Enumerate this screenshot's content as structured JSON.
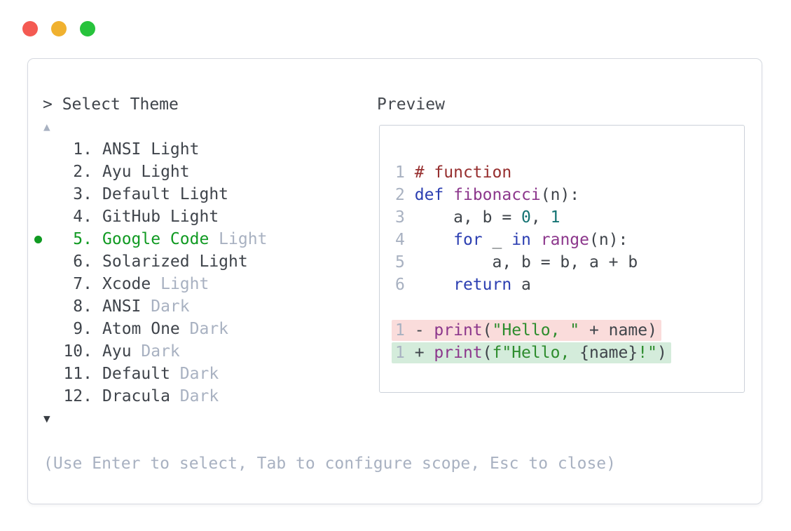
{
  "colors": {
    "accent_green": "#109a22",
    "text": "#3f444b",
    "muted": "#a8b1c1",
    "panel_border": "#d5d9e0",
    "box_border": "#ccd1d9",
    "comment": "#962e2e",
    "keyword": "#2b3eb1",
    "function_name": "#8c378c",
    "literal": "#147373",
    "string": "#2d8c2d",
    "diff_removed_bg": "#fadcdb",
    "diff_added_bg": "#d4ecdb",
    "traffic_red": "#f45a52",
    "traffic_yellow": "#f0b12f",
    "traffic_green": "#27c33c"
  },
  "picker": {
    "prompt_symbol": "> ",
    "title": "Select Theme",
    "up_arrow": "▲",
    "down_arrow": "▼",
    "hint": "(Use Enter to select, Tab to configure scope, Esc to close)",
    "items": [
      {
        "num": "1.",
        "name": "ANSI Light",
        "tag": "",
        "selected": false
      },
      {
        "num": "2.",
        "name": "Ayu Light",
        "tag": "",
        "selected": false
      },
      {
        "num": "3.",
        "name": "Default Light",
        "tag": "",
        "selected": false
      },
      {
        "num": "4.",
        "name": "GitHub Light",
        "tag": "",
        "selected": false
      },
      {
        "num": "5.",
        "name": "Google Code",
        "tag": "Light",
        "selected": true
      },
      {
        "num": "6.",
        "name": "Solarized Light",
        "tag": "",
        "selected": false
      },
      {
        "num": "7.",
        "name": "Xcode",
        "tag": "Light",
        "selected": false
      },
      {
        "num": "8.",
        "name": "ANSI",
        "tag": "Dark",
        "selected": false
      },
      {
        "num": "9.",
        "name": "Atom One",
        "tag": "Dark",
        "selected": false
      },
      {
        "num": "10.",
        "name": "Ayu",
        "tag": "Dark",
        "selected": false
      },
      {
        "num": "11.",
        "name": "Default",
        "tag": "Dark",
        "selected": false
      },
      {
        "num": "12.",
        "name": "Dracula",
        "tag": "Dark",
        "selected": false
      }
    ]
  },
  "preview": {
    "label": "Preview",
    "code_lines": [
      {
        "num": "1",
        "tokens": [
          [
            " ",
            "pln"
          ],
          [
            "# function",
            "com"
          ]
        ]
      },
      {
        "num": "2",
        "tokens": [
          [
            " ",
            "pln"
          ],
          [
            "def",
            "kw"
          ],
          [
            " ",
            "pln"
          ],
          [
            "fibonacci",
            "fn"
          ],
          [
            "(n):",
            "pln"
          ]
        ]
      },
      {
        "num": "3",
        "tokens": [
          [
            " ",
            "pln"
          ],
          [
            "    a, b = ",
            "pln"
          ],
          [
            "0",
            "lit"
          ],
          [
            ", ",
            "pln"
          ],
          [
            "1",
            "lit"
          ]
        ]
      },
      {
        "num": "4",
        "tokens": [
          [
            " ",
            "pln"
          ],
          [
            "    ",
            "pln"
          ],
          [
            "for",
            "kw"
          ],
          [
            " _ ",
            "pln"
          ],
          [
            "in",
            "kw"
          ],
          [
            " ",
            "pln"
          ],
          [
            "range",
            "fn"
          ],
          [
            "(n):",
            "pln"
          ]
        ]
      },
      {
        "num": "5",
        "tokens": [
          [
            " ",
            "pln"
          ],
          [
            "        a, b = b, a + b",
            "pln"
          ]
        ]
      },
      {
        "num": "6",
        "tokens": [
          [
            " ",
            "pln"
          ],
          [
            "    ",
            "pln"
          ],
          [
            "return",
            "kw"
          ],
          [
            " a",
            "pln"
          ]
        ]
      }
    ],
    "diff_lines": [
      {
        "num": "1",
        "kind": "removed",
        "tokens": [
          [
            " - ",
            "pln"
          ],
          [
            "print",
            "fn"
          ],
          [
            "(",
            "pln"
          ],
          [
            "\"Hello, \"",
            "str"
          ],
          [
            " + name)",
            "pln"
          ]
        ]
      },
      {
        "num": "1",
        "kind": "added",
        "tokens": [
          [
            " + ",
            "pln"
          ],
          [
            "print",
            "fn"
          ],
          [
            "(",
            "pln"
          ],
          [
            "f\"Hello, ",
            "str"
          ],
          [
            "{name}",
            "pln"
          ],
          [
            "!\"",
            "str"
          ],
          [
            ")",
            "pln"
          ]
        ]
      }
    ]
  }
}
